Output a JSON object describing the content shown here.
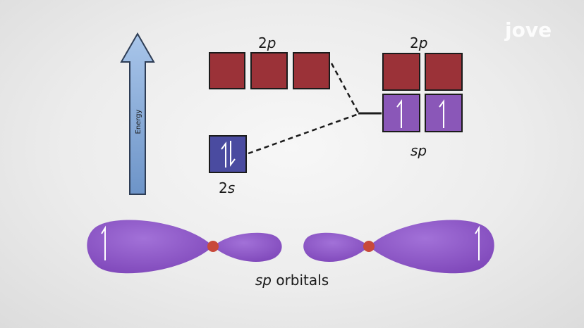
{
  "watermark": {
    "text": "jove"
  },
  "energy_axis": {
    "label": "Energy"
  },
  "levels": {
    "left_2p": {
      "label_num": "2",
      "label_sub": "p",
      "boxes": 3,
      "color": "#9b3238"
    },
    "left_2s": {
      "label_num": "2",
      "label_sub": "s",
      "boxes": 1,
      "color": "#4a4ba0",
      "electrons": "paired"
    },
    "right_2p": {
      "label_num": "2",
      "label_sub": "p",
      "boxes": 2,
      "color": "#9b3238"
    },
    "right_sp": {
      "label": "sp",
      "boxes": 2,
      "color": "#8a57b8",
      "electrons": "single"
    }
  },
  "caption": {
    "italic": "sp",
    "rest": " orbitals"
  },
  "colors": {
    "arrow_fill": "#88aedb",
    "arrow_stroke": "#2e3d55",
    "orbital": "#8a4fc4",
    "nucleus": "#c8493a"
  }
}
